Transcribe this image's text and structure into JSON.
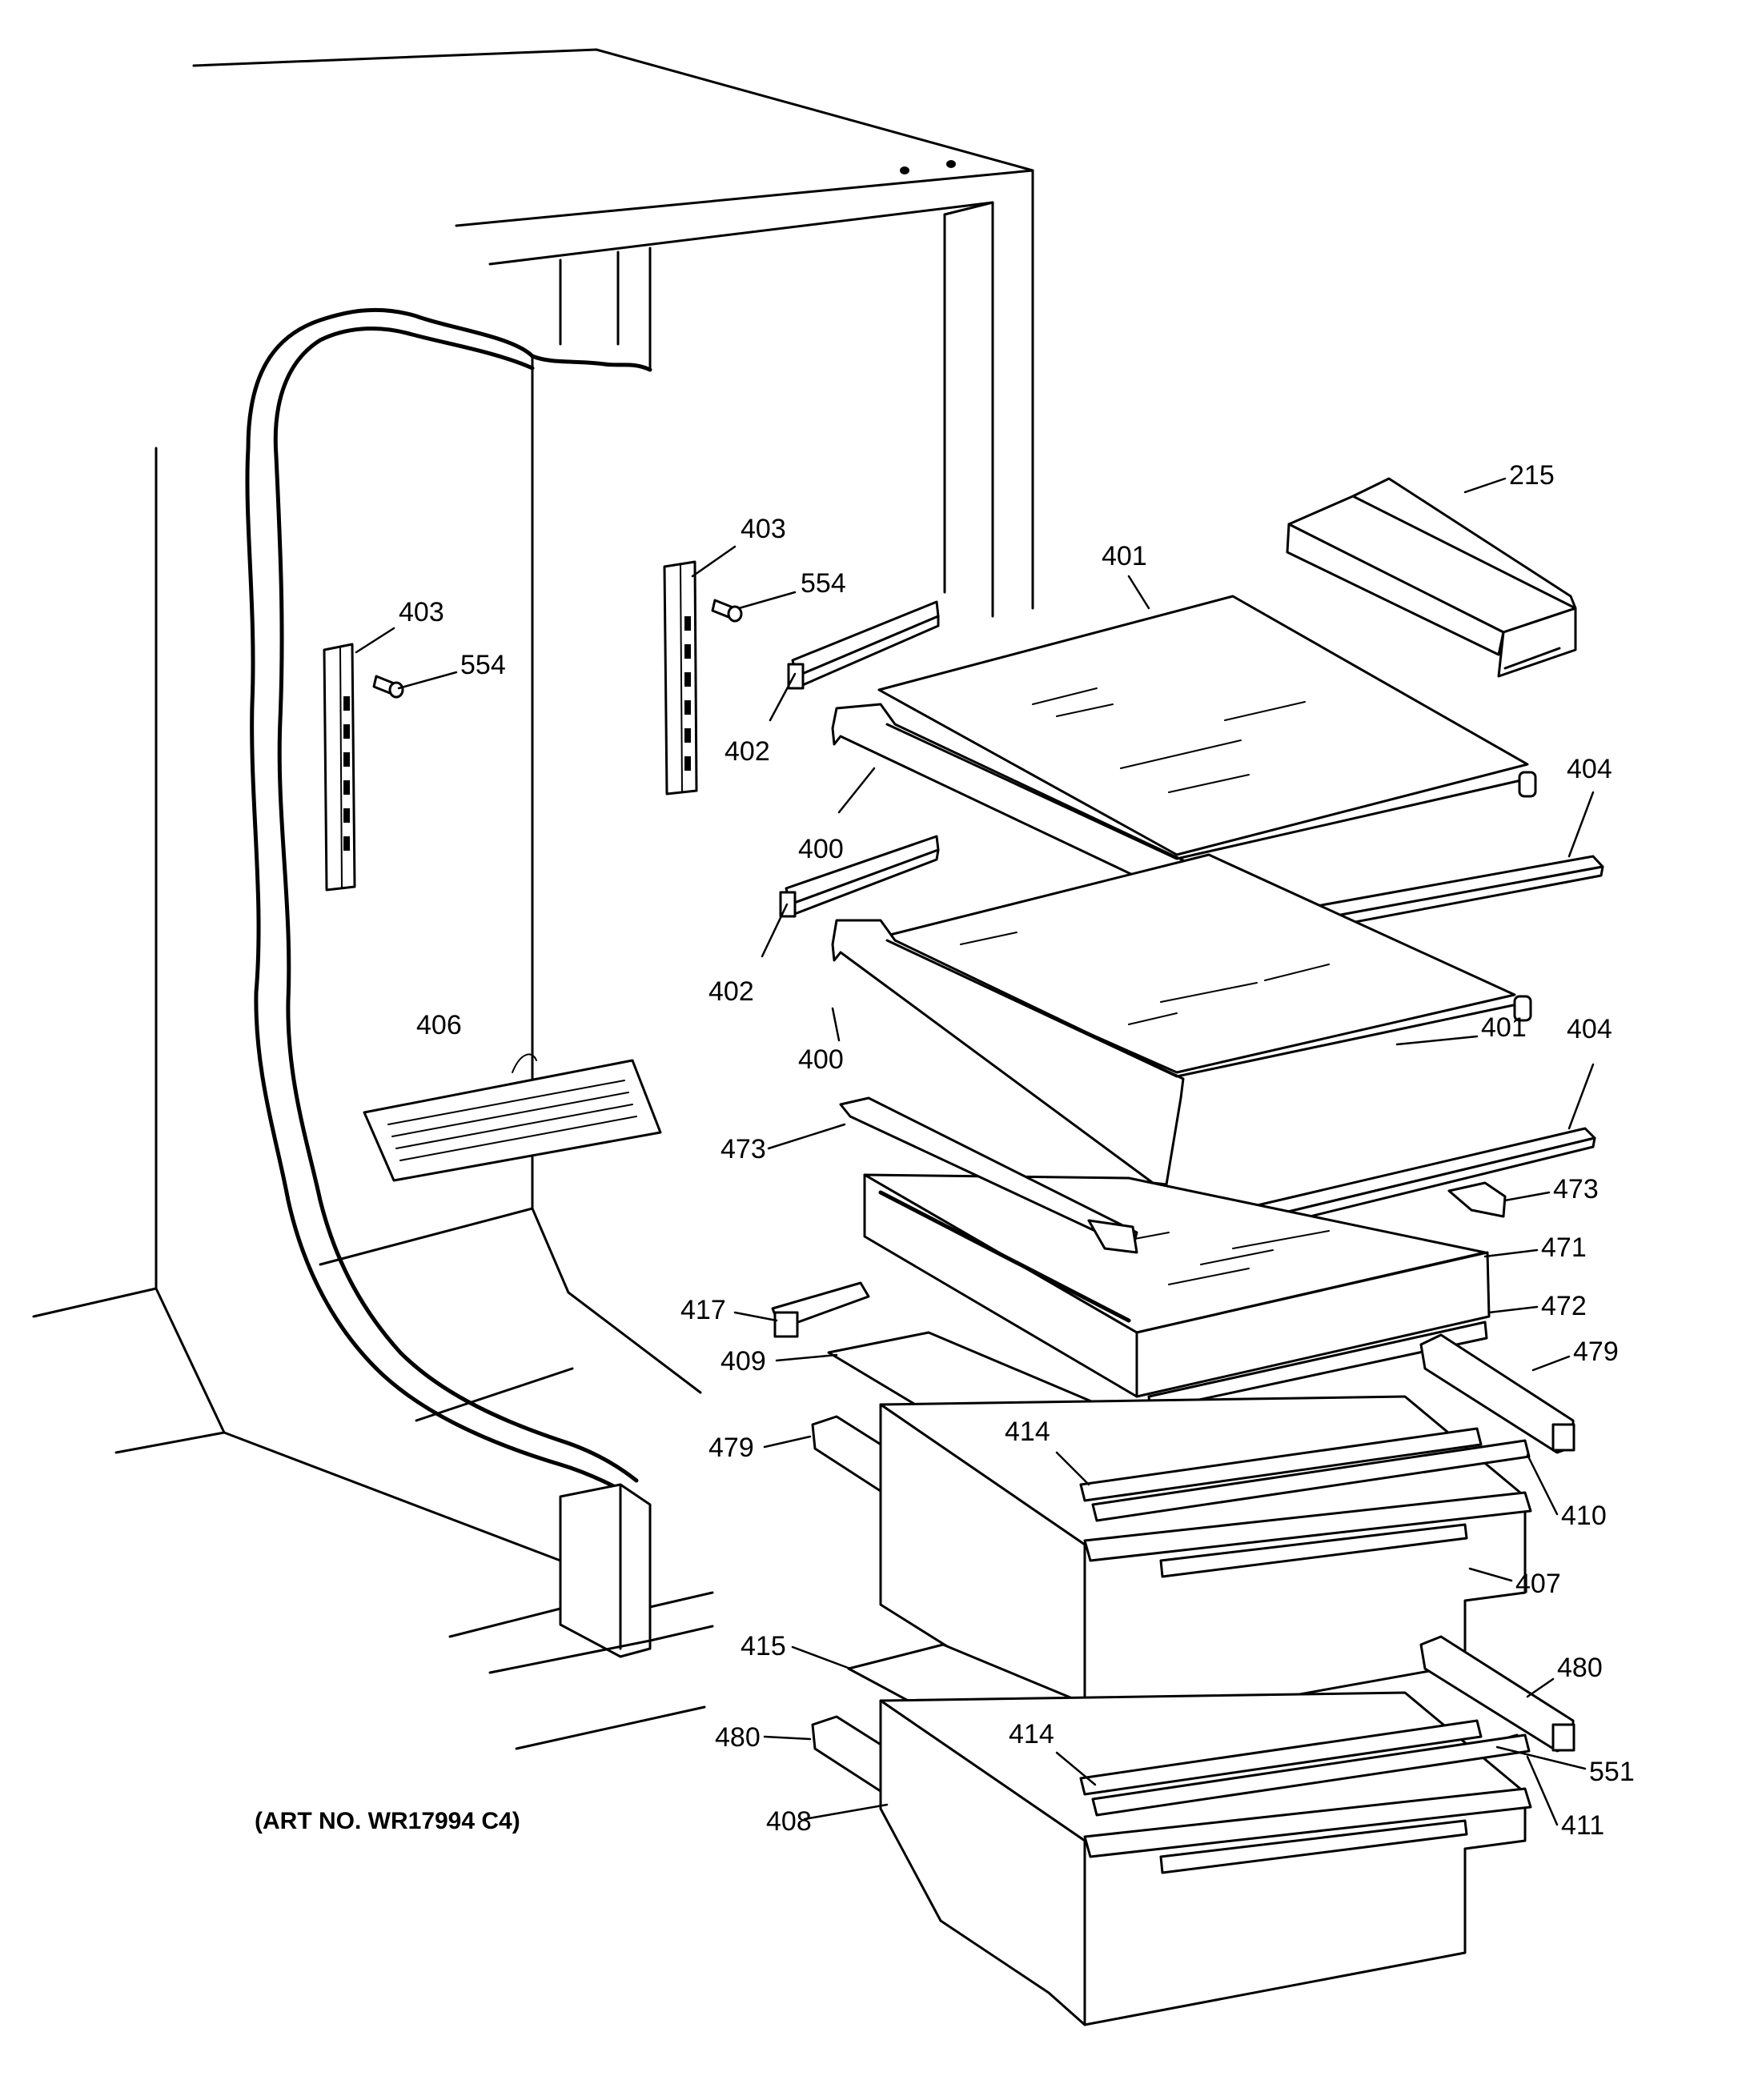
{
  "diagram": {
    "art_number": "(ART NO. WR17994 C4)",
    "callouts": {
      "c215": "215",
      "c401a": "401",
      "c403a": "403",
      "c554a": "554",
      "c403b": "403",
      "c554b": "554",
      "c402a": "402",
      "c400a": "400",
      "c404a": "404",
      "c402b": "402",
      "c401b": "401",
      "c406": "406",
      "c400b": "400",
      "c404b": "404",
      "c473a": "473",
      "c473b": "473",
      "c471": "471",
      "c417": "417",
      "c472": "472",
      "c409": "409",
      "c479a": "479",
      "c414a": "414",
      "c479b": "479",
      "c410": "410",
      "c407": "407",
      "c415": "415",
      "c480a": "480",
      "c480b": "480",
      "c414b": "414",
      "c551": "551",
      "c408": "408",
      "c411": "411"
    }
  }
}
